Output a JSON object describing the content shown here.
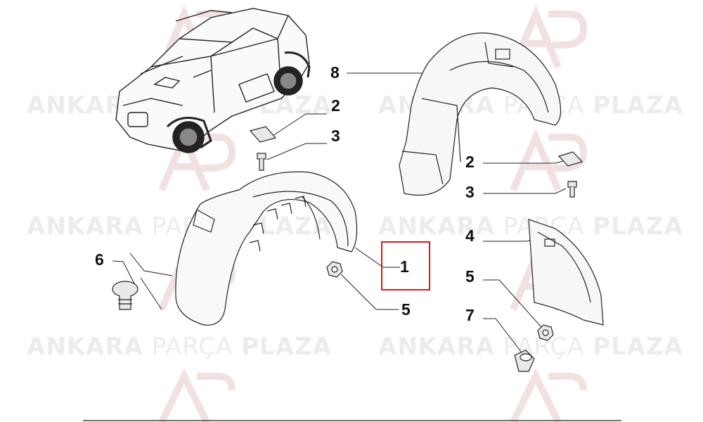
{
  "watermark": {
    "word1": "ANKARA",
    "word2": "PARÇA",
    "word3": "PLAZA"
  },
  "callouts": {
    "part_8": "8",
    "part_2_upper_left": "2",
    "part_3_upper_left": "3",
    "part_2_right": "2",
    "part_3_right": "3",
    "part_4": "4",
    "part_1": "1",
    "part_5_center": "5",
    "part_5_right": "5",
    "part_6": "6",
    "part_7": "7"
  },
  "highlight_color": "#e0161f",
  "highlighted_part": "1",
  "icons": [
    "car-illustration",
    "wheel-arch-liner-rear",
    "wheel-arch-liner-front",
    "splash-guard",
    "clip",
    "screw",
    "nut",
    "push-pin",
    "grommet"
  ]
}
